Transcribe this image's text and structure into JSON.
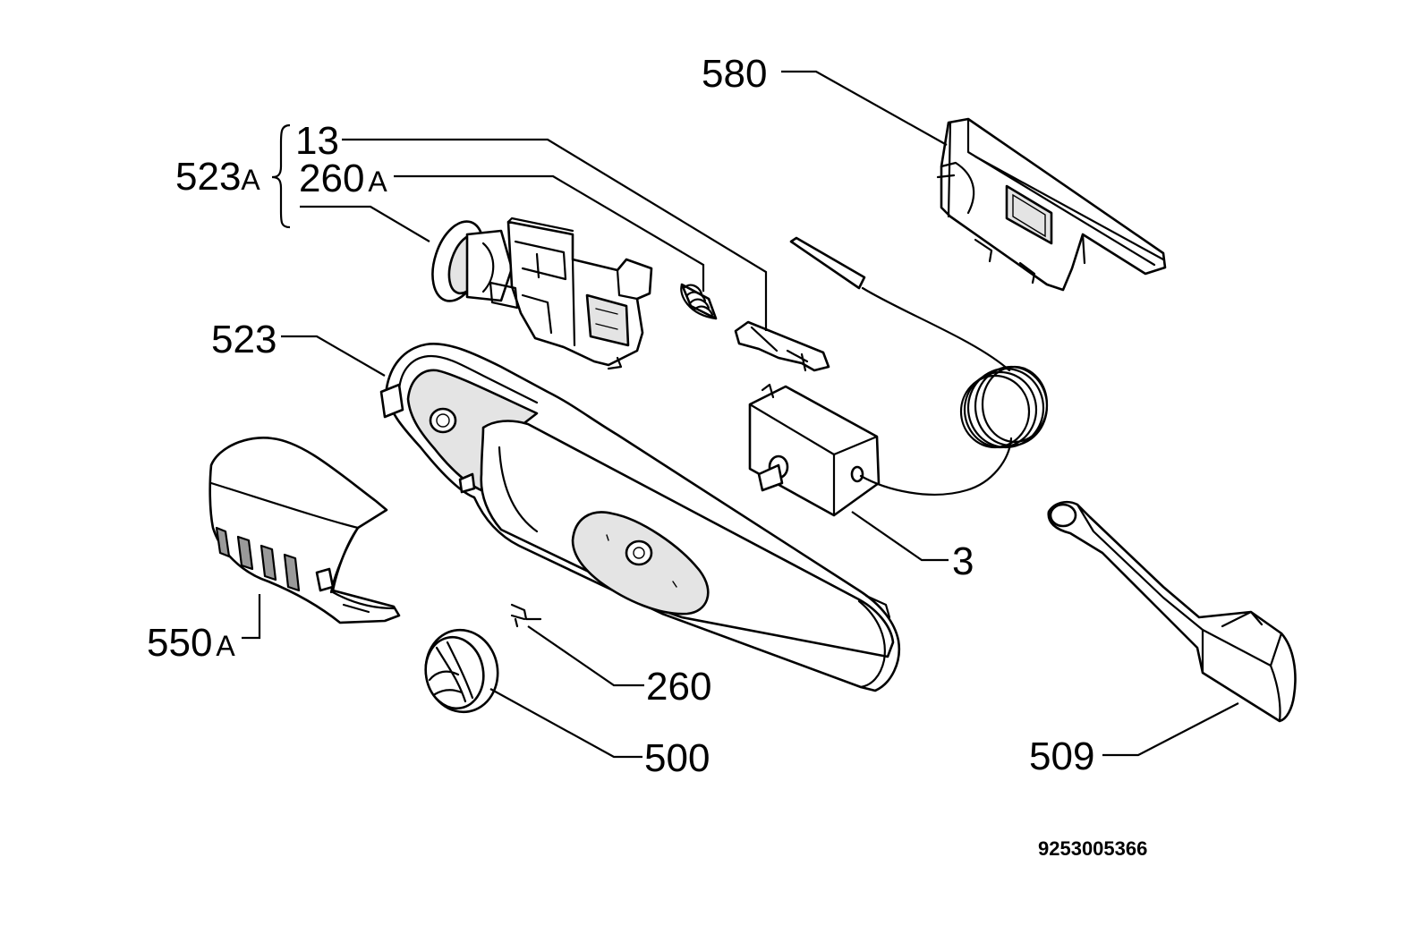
{
  "labels": {
    "p580": "580",
    "p13": "13",
    "p260A_num": "260",
    "p260A_sfx": "A",
    "p523A_num": "523",
    "p523A_sfx": "A",
    "p523": "523",
    "p550A_num": "550",
    "p550A_sfx": "A",
    "p3": "3",
    "p260": "260",
    "p500": "500",
    "p509": "509"
  },
  "document_number": "9253005366",
  "colors": {
    "ink": "#000000",
    "paper": "#ffffff",
    "shade": "#e4e4e4"
  }
}
